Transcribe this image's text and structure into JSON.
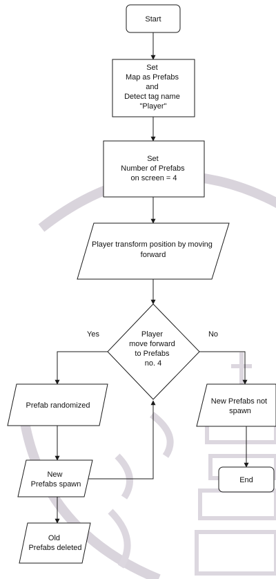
{
  "diagram": {
    "nodes": {
      "start": {
        "lines": [
          "Start"
        ]
      },
      "set_map": {
        "lines": [
          "Set",
          "Map as Prefabs",
          "and",
          "Detect tag name",
          "\"Player\""
        ]
      },
      "set_number": {
        "lines": [
          "Set",
          "Number of Prefabs",
          "on screen = 4"
        ]
      },
      "player_transform": {
        "lines": [
          "Player transform position by moving",
          "forward"
        ]
      },
      "decision": {
        "lines": [
          "Player",
          "move forward",
          "to Prefabs",
          "no. 4"
        ]
      },
      "prefab_randomized": {
        "lines": [
          "Prefab randomized"
        ]
      },
      "new_prefabs_spawn": {
        "lines": [
          "New",
          "Prefabs spawn"
        ]
      },
      "old_prefabs_deleted": {
        "lines": [
          "Old",
          "Prefabs deleted"
        ]
      },
      "new_prefabs_not_spawn": {
        "lines": [
          "New Prefabs not",
          "spawn"
        ]
      },
      "end": {
        "lines": [
          "End"
        ]
      }
    },
    "labels": {
      "yes": "Yes",
      "no": "No"
    }
  },
  "colors": {
    "stroke": "#1a1a1a",
    "fill": "#ffffff",
    "watermark": "#d9d4dc"
  }
}
